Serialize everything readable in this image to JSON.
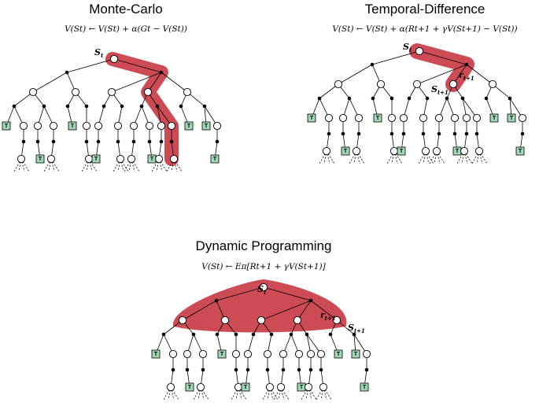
{
  "panels": [
    {
      "id": "mc",
      "title": "Monte-Carlo",
      "formula": "V(St) ← V(St) + α(Gt − V(St))",
      "labels": [
        "St"
      ]
    },
    {
      "id": "td",
      "title": "Temporal-Difference",
      "formula": "V(St) ← V(St) + α(Rt+1 + γV(St+1) − V(St))",
      "labels": [
        "St",
        "rt+1",
        "st+1"
      ]
    },
    {
      "id": "dp",
      "title": "Dynamic Programming",
      "formula": "V(St) ← Eπ[Rt+1 + γV(St+1)]",
      "labels": [
        "St",
        "rt+1",
        "st+1"
      ]
    }
  ],
  "terminal_label": "T",
  "colors": {
    "highlight": "#cc4b55",
    "terminal_fill": "#9fd8b4",
    "line": "#000000"
  }
}
